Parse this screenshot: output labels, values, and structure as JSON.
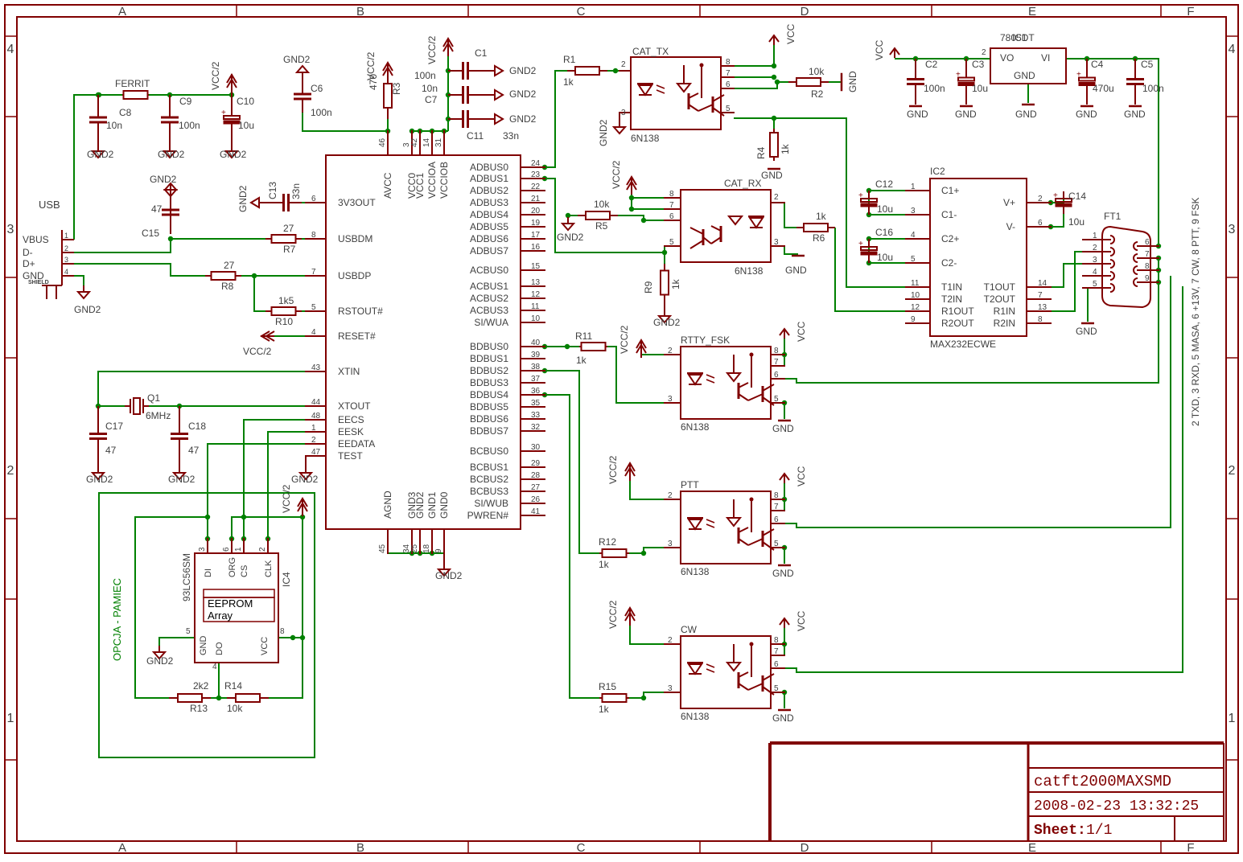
{
  "frame": {
    "columns": [
      "A",
      "B",
      "C",
      "D",
      "E",
      "F"
    ],
    "rows": [
      "4",
      "3",
      "2",
      "1"
    ]
  },
  "title_block": {
    "name": "catft2000MAXSMD",
    "date": "2008-02-23  13:32:25",
    "sheet_label": "Sheet:",
    "sheet_value": "1/1"
  },
  "colors": {
    "part": "#800000",
    "wire": "#008000",
    "text": "#404040"
  },
  "usb": {
    "label": "USB",
    "pins": [
      "VBUS",
      "D-",
      "D+",
      "GND"
    ],
    "shield": "SHIELD",
    "pin_numbers": [
      "1",
      "2",
      "3",
      "4"
    ]
  },
  "ftdi": {
    "left_pins": [
      {
        "name": "3V3OUT",
        "num": "6"
      },
      {
        "name": "USBDM",
        "num": "8"
      },
      {
        "name": "USBDP",
        "num": "7"
      },
      {
        "name": "RSTOUT#",
        "num": "5"
      },
      {
        "name": "RESET#",
        "num": "4"
      },
      {
        "name": "XTIN",
        "num": "43"
      },
      {
        "name": "XTOUT",
        "num": "44"
      },
      {
        "name": "EECS",
        "num": "48"
      },
      {
        "name": "EESK",
        "num": "1"
      },
      {
        "name": "EEDATA",
        "num": "2"
      },
      {
        "name": "TEST",
        "num": "47"
      }
    ],
    "top_pins": [
      {
        "name": "AVCC",
        "num": "46"
      },
      {
        "name": "VCC0",
        "num": "3"
      },
      {
        "name": "VCC1",
        "num": "42"
      },
      {
        "name": "VCCIOA",
        "num": "14"
      },
      {
        "name": "VCCIOB",
        "num": "31"
      }
    ],
    "bottom_pins": [
      {
        "name": "AGND",
        "num": "45"
      },
      {
        "name": "GND3",
        "num": "34"
      },
      {
        "name": "GND2",
        "num": "25"
      },
      {
        "name": "GND1",
        "num": "18"
      },
      {
        "name": "GND0",
        "num": "9"
      }
    ],
    "right_pins": [
      {
        "name": "ADBUS0",
        "num": "24"
      },
      {
        "name": "ADBUS1",
        "num": "23"
      },
      {
        "name": "ADBUS2",
        "num": "22"
      },
      {
        "name": "ADBUS3",
        "num": "21"
      },
      {
        "name": "ADBUS4",
        "num": "20"
      },
      {
        "name": "ADBUS5",
        "num": "19"
      },
      {
        "name": "ADBUS6",
        "num": "17"
      },
      {
        "name": "ADBUS7",
        "num": "16"
      },
      {
        "name": "ACBUS0",
        "num": "15"
      },
      {
        "name": "ACBUS1",
        "num": "13"
      },
      {
        "name": "ACBUS2",
        "num": "12"
      },
      {
        "name": "ACBUS3",
        "num": "11"
      },
      {
        "name": "SI/WUA",
        "num": "10"
      },
      {
        "name": "BDBUS0",
        "num": "40"
      },
      {
        "name": "BDBUS1",
        "num": "39"
      },
      {
        "name": "BDBUS2",
        "num": "38"
      },
      {
        "name": "BDBUS3",
        "num": "37"
      },
      {
        "name": "BDBUS4",
        "num": "36"
      },
      {
        "name": "BDBUS5",
        "num": "35"
      },
      {
        "name": "BDBUS6",
        "num": "33"
      },
      {
        "name": "BDBUS7",
        "num": "32"
      },
      {
        "name": "BCBUS0",
        "num": "30"
      },
      {
        "name": "BCBUS1",
        "num": "29"
      },
      {
        "name": "BCBUS2",
        "num": "28"
      },
      {
        "name": "BCBUS3",
        "num": "27"
      },
      {
        "name": "SI/WUB",
        "num": "26"
      },
      {
        "name": "PWREN#",
        "num": "41"
      }
    ]
  },
  "labels": {
    "gnd2": "GND2",
    "gnd": "GND",
    "vcc": "VCC",
    "vcc2": "VCC/2",
    "ferrit": "FERRIT",
    "c8": "C8",
    "c8v": "10n",
    "c9": "C9",
    "c9v": "100n",
    "c10": "C10",
    "c10v": "10u",
    "c6": "C6",
    "c6v": "100n",
    "r3": "R3",
    "r3v": "470",
    "c1": "C1",
    "c1v": "100n",
    "c7": "C7",
    "c7v": "10n",
    "c11": "C11",
    "c11v": "33n",
    "c13": "C13",
    "c13v": "33n",
    "c15": "C15",
    "c15v": "47",
    "r7": "R7",
    "r7v": "27",
    "r8": "R8",
    "r8v": "27",
    "r10": "R10",
    "r10v": "1k5",
    "q1": "Q1",
    "q1v": "6MHz",
    "c17": "C17",
    "c17v": "47",
    "c18": "C18",
    "c18v": "47",
    "r1": "R1",
    "r1v": "1k",
    "cattx": "CAT_TX",
    "catrx": "CAT_RX",
    "rtty": "RTTY_FSK",
    "ptt": "PTT",
    "cw": "CW",
    "opto": "6N138",
    "r2": "R2",
    "r2v": "10k",
    "r4": "R4",
    "r4v": "1k",
    "r5": "R5",
    "r5v": "10k",
    "r6": "R6",
    "r6v": "1k",
    "r9": "R9",
    "r9v": "1k",
    "r11": "R11",
    "r11v": "1k",
    "r12": "R12",
    "r12v": "1k",
    "r15": "R15",
    "r15v": "1k",
    "r13": "R13",
    "r13v": "2k2",
    "r14": "R14",
    "r14v": "10k",
    "ic1": "IC1",
    "ic1v": "7805DT",
    "ic1vo": "VO",
    "ic1vi": "VI",
    "ic1gnd": "GND",
    "c2": "C2",
    "c2v": "100n",
    "c3": "C3",
    "c3v": "10u",
    "c4": "C4",
    "c4v": "470u",
    "c5": "C5",
    "c5v": "100n",
    "ic2": "IC2",
    "ic2v": "MAX232ECWE",
    "c12": "C12",
    "c12v": "10u",
    "c14": "C14",
    "c14v": "10u",
    "c16": "C16",
    "c16v": "10u",
    "ft1": "FT1",
    "ic4": "IC4",
    "ic4v": "93LC56SM",
    "eeprom": "EEPROM",
    "array": "Array",
    "option": "OPCJA - PAMIEC",
    "db9_note": "2 TXD, 3 RXD, 5 MASA, 6 +13V, 7 CW, 8 PTT, 9 FSK"
  },
  "max232": {
    "left": [
      {
        "name": "C1+",
        "num": "1"
      },
      {
        "name": "C1-",
        "num": "3"
      },
      {
        "name": "C2+",
        "num": "4"
      },
      {
        "name": "C2-",
        "num": "5"
      },
      {
        "name": "T1IN",
        "num": "11"
      },
      {
        "name": "T2IN",
        "num": "10"
      },
      {
        "name": "R1OUT",
        "num": "12"
      },
      {
        "name": "R2OUT",
        "num": "9"
      }
    ],
    "right": [
      {
        "name": "V+",
        "num": "2"
      },
      {
        "name": "V-",
        "num": "6"
      },
      {
        "name": "T1OUT",
        "num": "14"
      },
      {
        "name": "T2OUT",
        "num": "7"
      },
      {
        "name": "R1IN",
        "num": "13"
      },
      {
        "name": "R2IN",
        "num": "8"
      }
    ]
  },
  "eeprom_pins": [
    {
      "name": "DI",
      "num": "3"
    },
    {
      "name": "ORG",
      "num": "6"
    },
    {
      "name": "CS",
      "num": "1"
    },
    {
      "name": "CLK",
      "num": "2"
    },
    {
      "name": "GND",
      "num": "5"
    },
    {
      "name": "DO",
      "num": "4"
    },
    {
      "name": "VCC",
      "num": "8"
    }
  ],
  "db9_pins": {
    "left": [
      "1",
      "2",
      "3",
      "4",
      "5"
    ],
    "right": [
      "6",
      "7",
      "8",
      "9"
    ]
  },
  "opto_pins": {
    "input": [
      "2",
      "3"
    ],
    "output": [
      "8",
      "7",
      "6",
      "5"
    ]
  }
}
